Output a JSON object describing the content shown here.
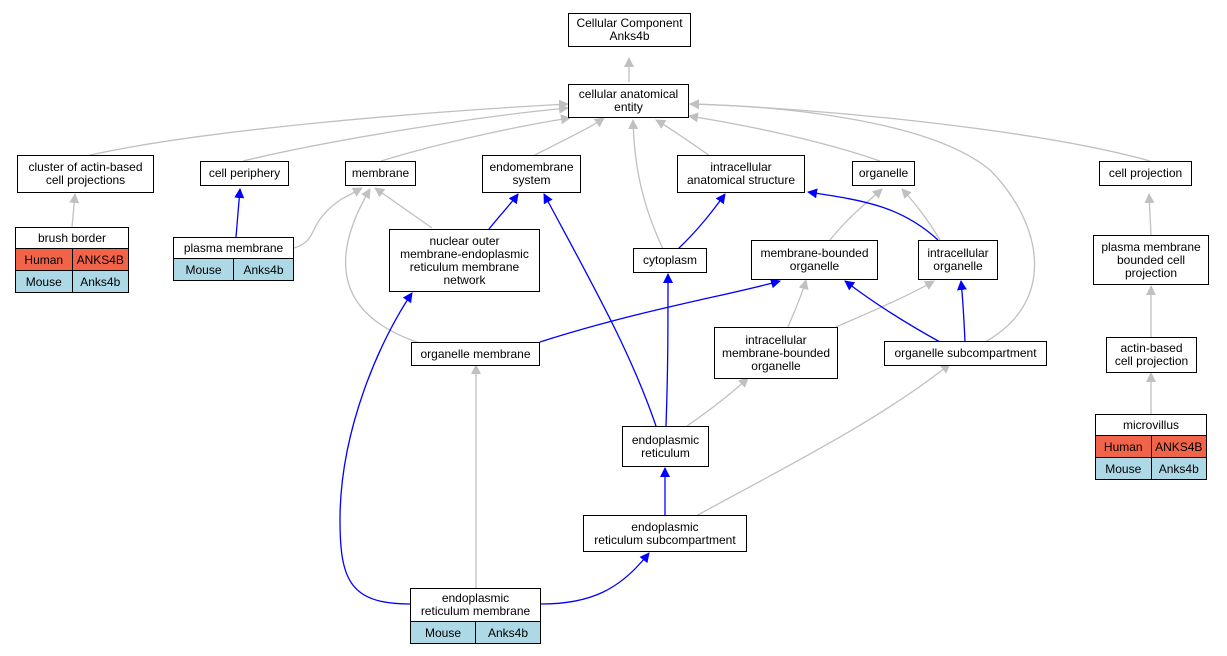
{
  "colors": {
    "is_a": "#c0c0c0",
    "part_of": "#0000ff",
    "human": "#f26449",
    "mouse": "#add8e6"
  },
  "nodes": {
    "cc": "Cellular Component\nAnks4b",
    "cae": "cellular anatomical\nentity",
    "cluster": "cluster of actin-based\ncell projections",
    "periphery": "cell periphery",
    "membrane": "membrane",
    "endomembrane": "endomembrane\nsystem",
    "ias": "intracellular\nanatomical structure",
    "organelle": "organelle",
    "cellproj": "cell projection",
    "nucouter": "nuclear outer\nmembrane-endoplasmic\nreticulum membrane\nnetwork",
    "cytoplasm": "cytoplasm",
    "mbo": "membrane-bounded\norganelle",
    "intraorg": "intracellular\norganelle",
    "pmbcp": "plasma membrane\nbounded cell\nprojection",
    "orgmem": "organelle membrane",
    "imbo": "intracellular\nmembrane-bounded\norganelle",
    "orgsub": "organelle subcompartment",
    "abcp": "actin-based\ncell projection",
    "er": "endoplasmic\nreticulum",
    "ersub": "endoplasmic\nreticulum subcompartment"
  },
  "gene_nodes": {
    "brush": {
      "title": "brush border",
      "rows": [
        [
          "Human",
          "ANKS4B"
        ],
        [
          "Mouse",
          "Anks4b"
        ]
      ]
    },
    "pm": {
      "title": "plasma membrane",
      "rows": [
        [
          "Mouse",
          "Anks4b"
        ]
      ]
    },
    "micro": {
      "title": "microvillus",
      "rows": [
        [
          "Human",
          "ANKS4B"
        ],
        [
          "Mouse",
          "Anks4b"
        ]
      ]
    },
    "erm": {
      "title": "endoplasmic\nreticulum membrane",
      "rows": [
        [
          "Mouse",
          "Anks4b"
        ]
      ]
    }
  }
}
